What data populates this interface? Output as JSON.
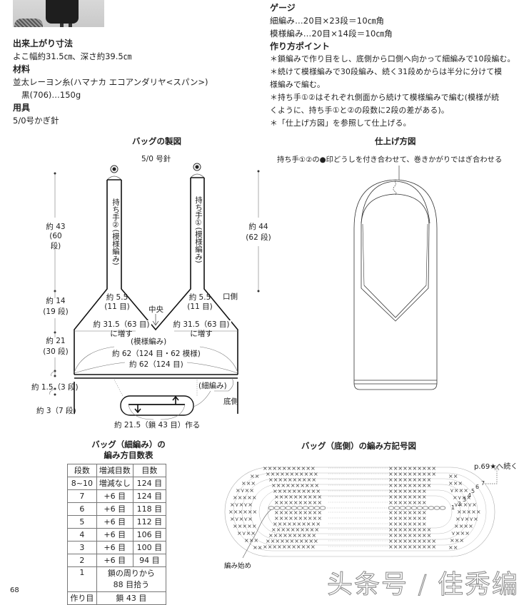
{
  "photo": {
    "alt": "bag-photo"
  },
  "specs": {
    "finished_size_heading": "出来上がり寸法",
    "finished_size": "よこ幅約31.5㎝、深さ約39.5㎝",
    "materials_heading": "材料",
    "materials_line1": "並太レーヨン糸(ハマナカ エコアンダリヤ<スパン>)",
    "materials_line2": "黒(706)…150g",
    "tools_heading": "用具",
    "tools": "5/0号かぎ針"
  },
  "gauge": {
    "heading": "ゲージ",
    "line1": "細編み…20目×23段＝10㎝角",
    "line2": "模様編み…20目×14段＝10㎝角"
  },
  "points": {
    "heading": "作り方ポイント",
    "lines": [
      "＊鎖編みで作り目をし、底側から口側へ向かって細編みで10段編む。",
      "＊続けて模様編みで30段編み、続く31段めからは半分に分けて模",
      "様編みで編む。",
      "＊持ち手①②はそれぞれ側面から続けて模様編みで編む(模様が続",
      "くように、持ち手①と②の段数に2段の差がある)。",
      "＊「仕上げ方図」を参照して仕上げる。"
    ]
  },
  "pattern_diagram": {
    "title": "バッグの製図",
    "hook": "5/0 号針",
    "handle2_label": "持ち手②(模様編み)",
    "handle1_label": "持ち手①(模様編み)",
    "left_height_1": "約 43",
    "left_height_1_rows": "(60 段)",
    "right_height": "約 44",
    "right_height_rows": "(62 段)",
    "left_height_2": "約 14",
    "left_height_2_rows": "(19 段)",
    "left_height_3": "約 21",
    "left_height_3_rows": "(30 段)",
    "left_height_4": "約 1.5（3 段)",
    "left_height_5": "約 3（7 段)",
    "handle_width_l": "約 5.5",
    "handle_width_l_sts": "(11 目)",
    "handle_width_r": "約 5.5",
    "handle_width_r_sts": "(11 目)",
    "center": "中央",
    "mouth_side": "口側",
    "half_width_l": "約 31.5（63 目)",
    "half_width_l_note": "に増す",
    "half_width_r": "約 31.5（63 目)",
    "half_width_r_note": "に増す",
    "pattern_stitch": "(模様編み)",
    "width_pattern": "約 62（124 目・62 模様)",
    "width_sc": "約 62（124 目)",
    "sc_label": "(細編み)",
    "bottom_side": "底側",
    "chain": "約 21.5（鎖 43 目）作る"
  },
  "finishing": {
    "title": "仕上げ方図",
    "note": "持ち手①②の●印どうしを付き合わせて、巻きかがりではぎ合わせる"
  },
  "count_table": {
    "title_line1": "バッグ（細編み）の",
    "title_line2": "編み方目数表",
    "headers": [
      "段数",
      "増減目数",
      "目数"
    ],
    "rows": [
      [
        "8~10",
        "増減なし",
        "124 目"
      ],
      [
        "7",
        "+6 目",
        "124 目"
      ],
      [
        "6",
        "+6 目",
        "118 目"
      ],
      [
        "5",
        "+6 目",
        "112 目"
      ],
      [
        "4",
        "+6 目",
        "106 目"
      ],
      [
        "3",
        "+6 目",
        "100 目"
      ],
      [
        "2",
        "+6 目",
        "94 目"
      ]
    ],
    "row1_label": "1",
    "row1_text_1": "鎖の周りから",
    "row1_text_2": "88 目拾う",
    "base_label": "作り目",
    "base_value": "鎖 43 目"
  },
  "chart": {
    "title": "バッグ（底側）の編み方記号図",
    "continue_note": "p.69★へ続く",
    "start_label": "編み始め",
    "row_numbers": [
      "1",
      "2",
      "3",
      "4",
      "5",
      "6",
      "7"
    ]
  },
  "footer": {
    "page_number": "68",
    "watermark": "头条号 / 佳秀编织"
  }
}
